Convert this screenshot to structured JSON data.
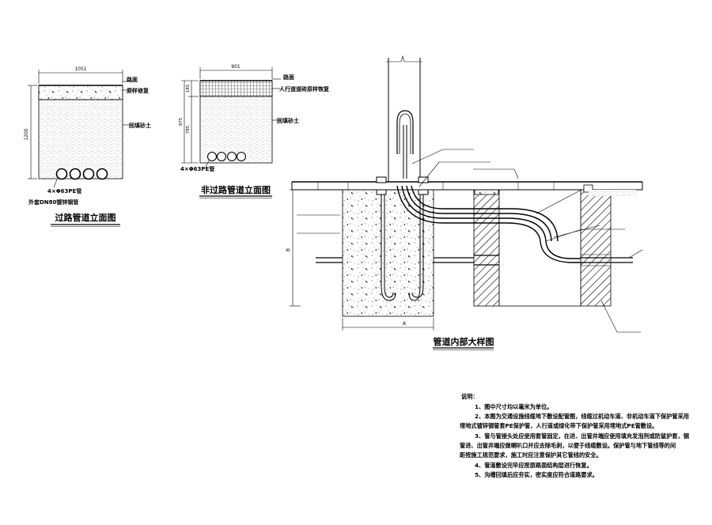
{
  "left_section": {
    "width_dim": "1051",
    "height_dim": "1200",
    "label_road": "路面",
    "label_restore": "原样修复",
    "label_backfill": "回填砂土",
    "pipe_label_1": "4×Φ63PE管",
    "pipe_label_2": "外套DN80镀锌钢管",
    "title": "过路管道立面图"
  },
  "middle_section": {
    "width_dim": "901",
    "dim_top": "185",
    "dim_bottom": "785",
    "dim_total": "975",
    "label_road": "路面",
    "label_restore": "人行道道砖原样恢复",
    "label_backfill": "回填砂土",
    "pipe_label": "4×Φ63PE管",
    "title": "非过路管道立面图"
  },
  "detail_section": {
    "dim_a": "A",
    "dim_b": "B",
    "title": "管道内部大样图"
  },
  "notes": {
    "heading": "说明：",
    "lines": [
      "1、图中尺寸均以毫米为单位。",
      "2、本图为交通设施线缆地下敷设配管图，线缆过机动车道、非机动车道下保护管采用",
      "埋地式镀锌钢管套PE保护管，人行道或绿化带下保护管采用埋地式PE管敷设。",
      "3、管与管接头处应使用套管固定，在进、出管井端应使用填充发泡剂或防鼠护套，钢",
      "管进、出管井端应做喇叭口并应去除毛刺，以便于线缆敷设。保护管与地下管线等的间",
      "距按施工规范要求，施工时应注意保护其它管线的安全。",
      "4、管道敷设完毕应按原路面结构层进行恢复。",
      "5、沟槽回填后应夯实，密实度应符合道路要求。"
    ]
  }
}
